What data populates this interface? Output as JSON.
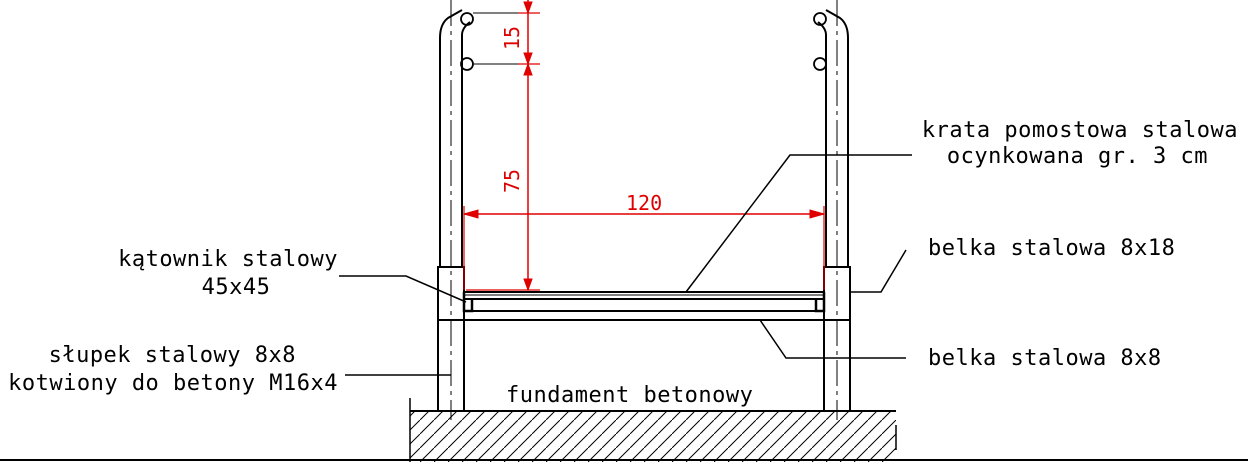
{
  "colors": {
    "line": "#000000",
    "dimension": "#e00000",
    "background": "#ffffff"
  },
  "labels": {
    "deck_grating_line1": "krata pomostowa stalowa",
    "deck_grating_line2": "ocynkowana gr. 3 cm",
    "angle_line1": "kątownik stalowy",
    "angle_line2": "45x45",
    "beam_top": "belka stalowa 8x18",
    "beam_bottom": "belka stalowa 8x8",
    "post_line1": "słupek stalowy 8x8",
    "post_line2": "kotwiony do betony M16x4",
    "foundation": "fundament betonowy"
  },
  "dimensions": {
    "rail_spacing": "15",
    "rail_height": "75",
    "clear_width": "120"
  }
}
